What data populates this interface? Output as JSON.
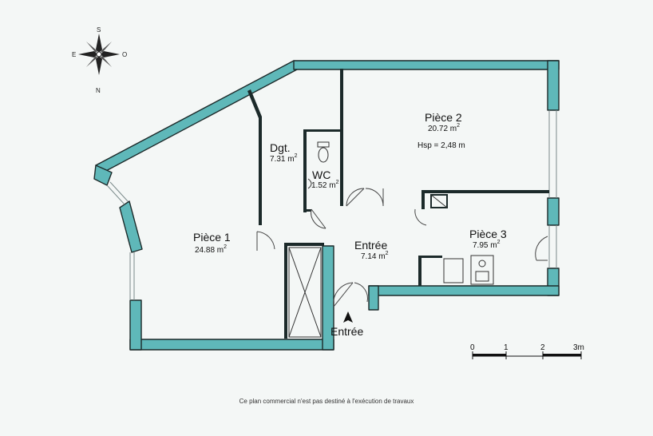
{
  "compass": {
    "south": "S",
    "east": "E",
    "west": "O",
    "north": "N"
  },
  "rooms": {
    "piece1": {
      "name": "Pièce 1",
      "area": "24.88 m",
      "unit_sup": "2"
    },
    "piece2": {
      "name": "Pièce 2",
      "area": "20.72 m",
      "unit_sup": "2",
      "height": "Hsp = 2,48 m"
    },
    "piece3": {
      "name": "Pièce 3",
      "area": "7.95 m",
      "unit_sup": "2"
    },
    "dgt": {
      "name": "Dgt.",
      "area": "7.31 m",
      "unit_sup": "2"
    },
    "wc": {
      "name": "WC",
      "area": "1.52 m",
      "unit_sup": "2"
    },
    "entree": {
      "name": "Entrée",
      "area": "7.14 m",
      "unit_sup": "2"
    }
  },
  "entrance_label": "Entrée",
  "scale": {
    "ticks": [
      "0",
      "1",
      "2",
      "3m"
    ]
  },
  "footer": "Ce plan commercial n'est pas destiné à l'exécution de travaux",
  "colors": {
    "wall_fill": "#5fb8b9",
    "wall_stroke": "#1c2a2a",
    "background": "#f4f7f6"
  }
}
